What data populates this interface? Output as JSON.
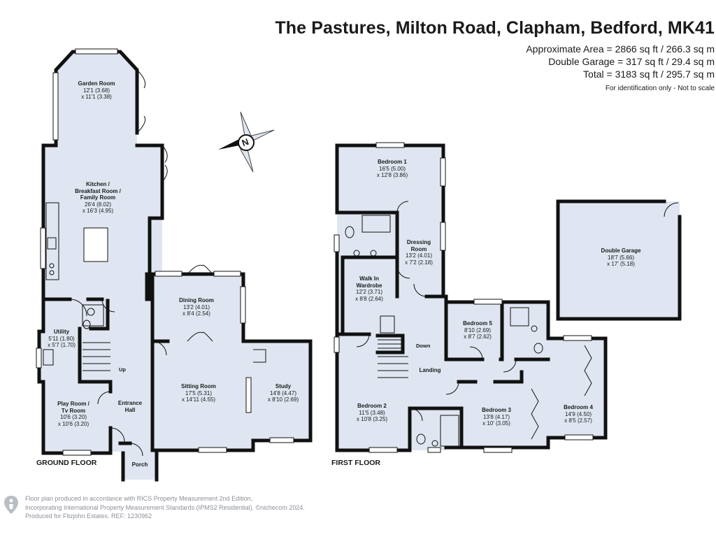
{
  "header": {
    "title": "The Pastures, Milton Road, Clapham, Bedford, MK41",
    "area_lines": [
      "Approximate Area = 2866 sq ft / 266.3 sq m",
      "Double Garage = 317 sq ft / 29.4 sq m",
      "Total = 3183 sq ft / 295.7 sq m"
    ],
    "note": "For identification only - Not to scale"
  },
  "compass": {
    "letter": "N"
  },
  "floors": {
    "ground": "GROUND FLOOR",
    "first": "FIRST FLOOR"
  },
  "ground_rooms": [
    {
      "id": "garden",
      "name": "Garden Room",
      "dims": [
        "12'1 (3.68)",
        "x 11'1 (3.38)"
      ]
    },
    {
      "id": "kitchen",
      "name_lines": [
        "Kitchen /",
        "Breakfast Room /",
        "Family Room"
      ],
      "dims": [
        "26'4 (8.02)",
        "x 16'3 (4.95)"
      ]
    },
    {
      "id": "dining",
      "name": "Dining Room",
      "dims": [
        "13'2 (4.01)",
        "x 8'4 (2.54)"
      ]
    },
    {
      "id": "utility",
      "name": "Utility",
      "dims": [
        "5'11 (1.80)",
        "x 5'7 (1.70)"
      ]
    },
    {
      "id": "sitting",
      "name": "Sitting Room",
      "dims": [
        "17'5 (5.31)",
        "x 14'11 (4.55)"
      ]
    },
    {
      "id": "study",
      "name": "Study",
      "dims": [
        "14'8 (4.47)",
        "x 8'10 (2.69)"
      ]
    },
    {
      "id": "play",
      "name_lines": [
        "Play Room /",
        "Tv Room"
      ],
      "dims": [
        "10'6 (3.20)",
        "x 10'6 (3.20)"
      ]
    },
    {
      "id": "entrance",
      "name_lines": [
        "Entrance",
        "Hall"
      ],
      "dims": []
    },
    {
      "id": "porch",
      "name": "Porch",
      "dims": []
    }
  ],
  "first_rooms": [
    {
      "id": "bed1",
      "name": "Bedroom 1",
      "dims": [
        "16'5 (5.00)",
        "x 12'8 (3.86)"
      ]
    },
    {
      "id": "dressing",
      "name_lines": [
        "Dressing",
        "Room"
      ],
      "dims": [
        "13'2 (4.01)",
        "x 7'2 (2.18)"
      ]
    },
    {
      "id": "wardrobe",
      "name_lines": [
        "Walk In",
        "Wardrobe"
      ],
      "dims": [
        "12'2 (3.71)",
        "x 8'8 (2.64)"
      ]
    },
    {
      "id": "bed5",
      "name": "Bedroom 5",
      "dims": [
        "8'10 (2.69)",
        "x 8'7 (2.62)"
      ]
    },
    {
      "id": "landing",
      "name": "Landing",
      "dims": []
    },
    {
      "id": "bed2",
      "name": "Bedroom 2",
      "dims": [
        "11'5 (3.48)",
        "x 10'8 (3.25)"
      ]
    },
    {
      "id": "bed3",
      "name": "Bedroom 3",
      "dims": [
        "13'8 (4.17)",
        "x 10' (3.05)"
      ]
    },
    {
      "id": "bed4",
      "name": "Bedroom 4",
      "dims": [
        "14'9 (4.50)",
        "x 8'5 (2.57)"
      ]
    }
  ],
  "garage": {
    "name": "Double Garage",
    "dims": [
      "18'7 (5.66)",
      "x 17' (5.18)"
    ]
  },
  "stairs": {
    "up": "Up",
    "down": "Down"
  },
  "footer": {
    "lines": [
      "Floor plan produced in accordance with RICS Property Measurement 2nd Edition,",
      "Incorporating International Property Measurement Standards (IPMS2 Residential).  ©nichecom 2024.",
      "Produced for Fitzjohn Estates.   REF: 1230962"
    ]
  },
  "colors": {
    "wall": "#111111",
    "floor": "#dfe6f1",
    "window": "#ffffff",
    "text": "#1a1a1a",
    "footer": "#8a8f96"
  }
}
